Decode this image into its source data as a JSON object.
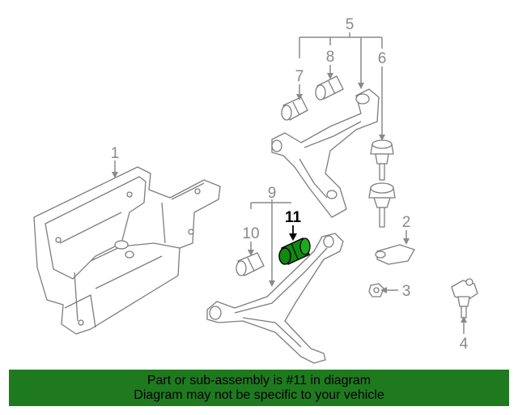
{
  "callouts": {
    "c1": "1",
    "c2": "2",
    "c3": "3",
    "c4": "4",
    "c5": "5",
    "c6": "6",
    "c7": "7",
    "c8": "8",
    "c9": "9",
    "c10": "10",
    "c11": "11"
  },
  "highlight": {
    "part_number": "11",
    "color": "#1f7a1f"
  },
  "banner": {
    "line1": "Part or sub-assembly is #11 in diagram",
    "line2": "Diagram may not be specific to your vehicle",
    "background": "#1f7a1f"
  }
}
